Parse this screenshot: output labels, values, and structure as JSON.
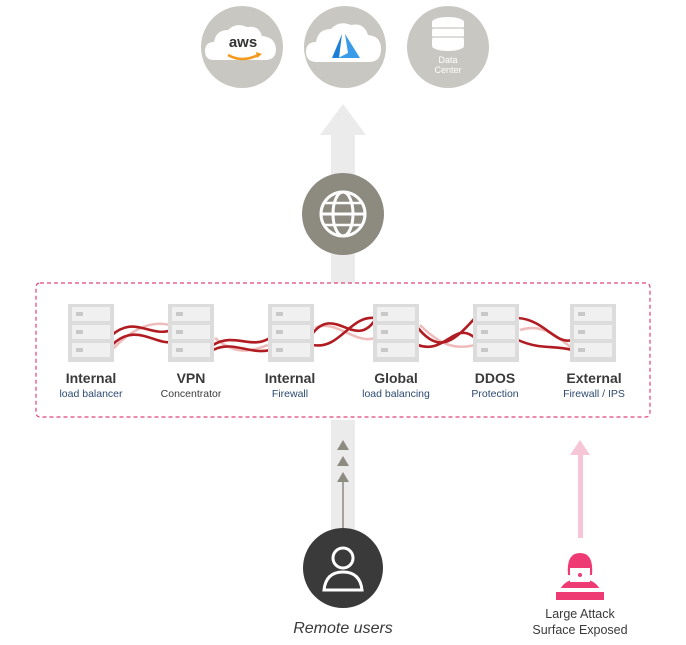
{
  "clouds": [
    {
      "name": "aws",
      "label": "aws"
    },
    {
      "name": "azure",
      "label": ""
    },
    {
      "name": "data-center",
      "label_line1": "Data",
      "label_line2": "Center"
    }
  ],
  "appliances": [
    {
      "title": "Internal",
      "subtitle": "load balancer"
    },
    {
      "title": "VPN",
      "subtitle": "Concentrator"
    },
    {
      "title": "Internal",
      "subtitle": "Firewall"
    },
    {
      "title": "Global",
      "subtitle": "load balancing"
    },
    {
      "title": "DDOS",
      "subtitle": "Protection"
    },
    {
      "title": "External",
      "subtitle": "Firewall / IPS"
    }
  ],
  "remote_users": {
    "label": "Remote users"
  },
  "attack": {
    "line1": "Large Attack",
    "line2": "Surface Exposed"
  },
  "colors": {
    "cloud_circle": "#c9c7c1",
    "globe_circle": "#8d8a80",
    "user_circle": "#3a3a3a",
    "arrow_gray": "#ebebeb",
    "dashed_border": "#e0457a",
    "cable_red": "#b01c22",
    "cable_pink": "#efbcbc",
    "attacker_pink": "#ef3b74",
    "server_gray": "#dcdcdc"
  }
}
